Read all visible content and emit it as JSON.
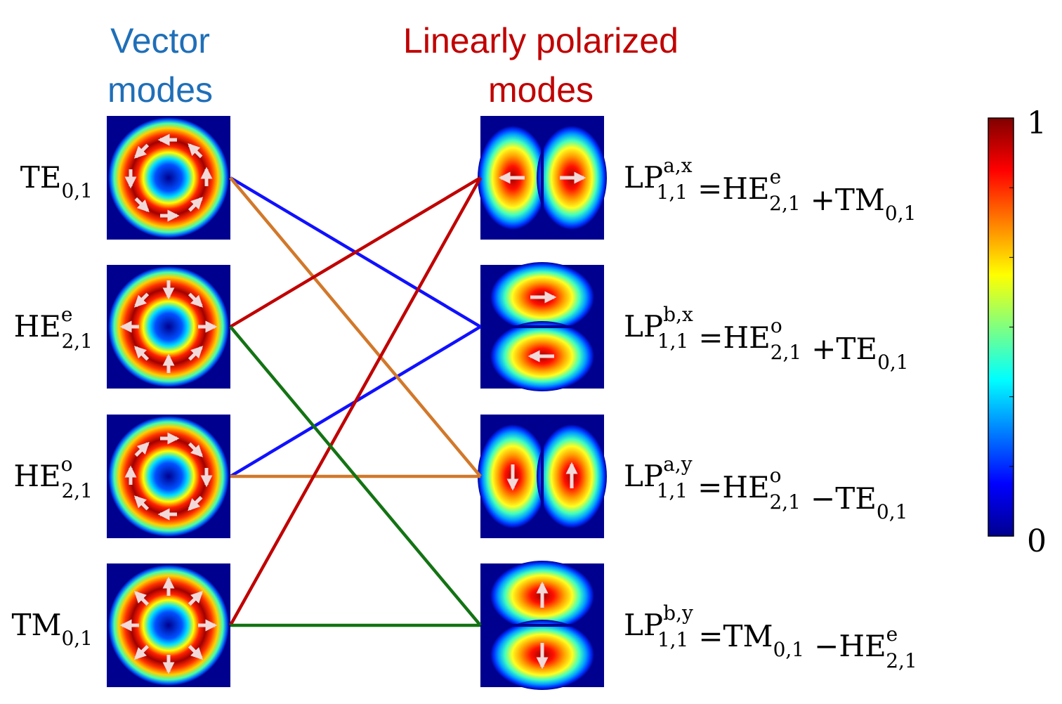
{
  "headings": {
    "left_line1": "Vector",
    "left_line2": "modes",
    "right_line1": "Linearly polarized",
    "right_line2": "modes",
    "left_color": "#1f6fb8",
    "right_color": "#c00000"
  },
  "vector_modes": [
    {
      "base": "TE",
      "sup": "",
      "sub": "0,1",
      "pattern": "azimuthal-field"
    },
    {
      "base": "HE",
      "sup": "e",
      "sub": "2,1",
      "pattern": "hybrid-even-field"
    },
    {
      "base": "HE",
      "sup": "o",
      "sub": "2,1",
      "pattern": "hybrid-odd-field"
    },
    {
      "base": "TM",
      "sup": "",
      "sub": "0,1",
      "pattern": "radial-field"
    }
  ],
  "lp_modes": [
    {
      "base": "LP",
      "sup": "a,x",
      "sub": "1,1",
      "t1": "HE",
      "t1sup": "e",
      "t1sub": "2,1",
      "op": "+",
      "t2": "TM",
      "t2sup": "",
      "t2sub": "0,1",
      "lobes": "horizontal-pair",
      "arrows": "both-pointing-out-x"
    },
    {
      "base": "LP",
      "sup": "b,x",
      "sub": "1,1",
      "t1": "HE",
      "t1sup": "o",
      "t1sub": "2,1",
      "op": "+",
      "t2": "TE",
      "t2sup": "",
      "t2sub": "0,1",
      "lobes": "vertical-pair",
      "arrows": "top-right-bottom-left"
    },
    {
      "base": "LP",
      "sup": "a,y",
      "sub": "1,1",
      "t1": "HE",
      "t1sup": "o",
      "t1sub": "2,1",
      "op": "−",
      "t2": "TE",
      "t2sup": "",
      "t2sub": "0,1",
      "lobes": "horizontal-pair",
      "arrows": "left-down-right-up"
    },
    {
      "base": "LP",
      "sup": "b,y",
      "sub": "1,1",
      "t1": "TM",
      "t1sup": "",
      "t1sub": "0,1",
      "op": "−",
      "t2": "HE",
      "t2sup": "e",
      "t2sub": "2,1",
      "lobes": "vertical-pair",
      "arrows": "both-pointing-out-y"
    }
  ],
  "equals_sign": "=",
  "connections": [
    {
      "from": 0,
      "to": 1,
      "color": "#1010ff"
    },
    {
      "from": 2,
      "to": 1,
      "color": "#1010ff"
    },
    {
      "from": 0,
      "to": 2,
      "color": "#d2782a"
    },
    {
      "from": 2,
      "to": 2,
      "color": "#d2782a"
    },
    {
      "from": 1,
      "to": 0,
      "color": "#c00000"
    },
    {
      "from": 3,
      "to": 0,
      "color": "#c00000"
    },
    {
      "from": 1,
      "to": 3,
      "color": "#137313"
    },
    {
      "from": 3,
      "to": 3,
      "color": "#137313"
    }
  ],
  "colorbar": {
    "min_label": "0",
    "max_label": "1",
    "colormap": "jet",
    "colormap_stops": [
      "#00008f",
      "#0000ff",
      "#0080ff",
      "#00ffff",
      "#80ff80",
      "#ffff00",
      "#ff8000",
      "#ff0000",
      "#800000"
    ]
  },
  "colors": {
    "field_background": "#00008f",
    "arrow": "#f2d9d9"
  }
}
